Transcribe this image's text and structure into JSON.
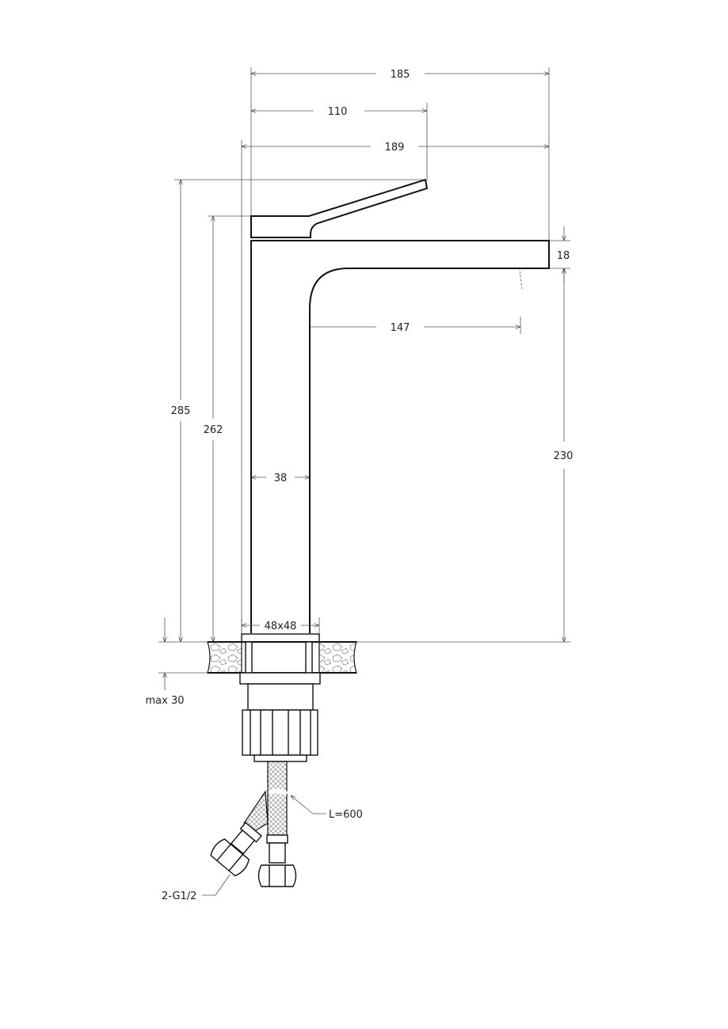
{
  "dimensions": {
    "overall_width": "185",
    "handle_reach": "110",
    "total_reach": "189",
    "spout_thickness": "18",
    "spout_projection": "147",
    "total_height": "285",
    "body_height": "262",
    "spout_height": "230",
    "body_width": "38",
    "base_size": "48x48",
    "max_countertop": "max 30",
    "hose_length": "L=600",
    "connection": "2-G1/2"
  }
}
